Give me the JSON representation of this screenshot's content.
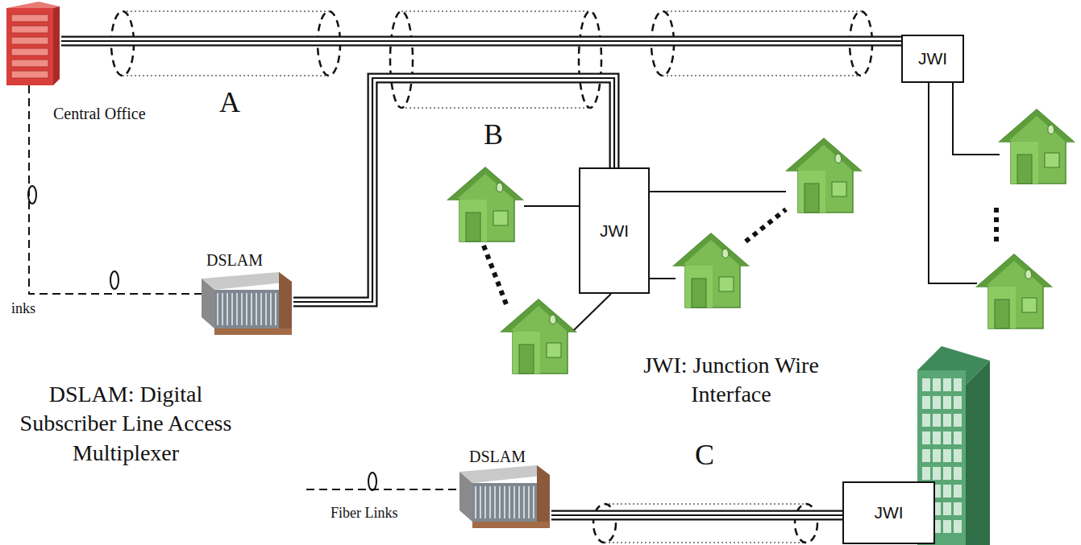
{
  "diagram": {
    "nodes": [
      {
        "text": [
          "Central Office"
        ]
      },
      {
        "text": [
          "JWI"
        ]
      },
      {
        "text": [
          "JWI"
        ]
      },
      {
        "text": [
          "DSLAM"
        ]
      },
      {
        "text": [
          "DSLAM"
        ]
      },
      {
        "text": [
          "JWI"
        ]
      }
    ],
    "edges": [
      {
        "from": 0,
        "to": 1,
        "arrow": "none"
      },
      {
        "from": 3,
        "to": 2,
        "arrow": "none"
      },
      {
        "from": 0,
        "to": 3,
        "arrow": "none"
      },
      {
        "from": 4,
        "to": 5,
        "arrow": "none"
      }
    ],
    "labels": [
      "A",
      "B",
      "C",
      "inks",
      "Fiber Links",
      "DSLAM: Digital Subscriber Line Access Multiplexer",
      "JWI: Junction Wire Interface"
    ]
  }
}
